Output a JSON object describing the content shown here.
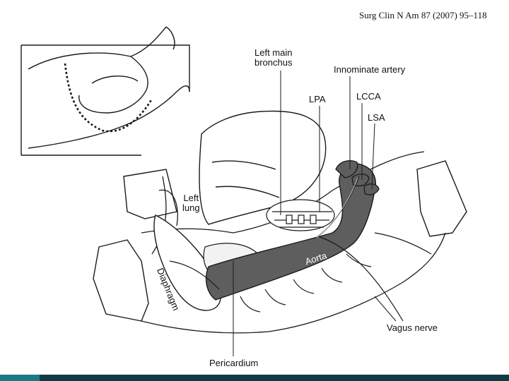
{
  "citation": "Surg Clin N Am 87 (2007) 95–118",
  "labels": {
    "left_main_bronchus_1": "Left main",
    "left_main_bronchus_2": "bronchus",
    "lpa": "LPA",
    "innominate_artery": "Innominate artery",
    "lcca": "LCCA",
    "lsa": "LSA",
    "left_lung_1": "Left",
    "left_lung_2": "lung",
    "diaphragm": "Diaphragm",
    "aorta": "Aorta",
    "vagus_nerve": "Vagus nerve",
    "pericardium": "Pericardium"
  },
  "colors": {
    "aorta_fill": "#5e5e5e",
    "line": "#1a1a1a",
    "footer": "#123a44",
    "footer_accent": "#1b7a86"
  }
}
